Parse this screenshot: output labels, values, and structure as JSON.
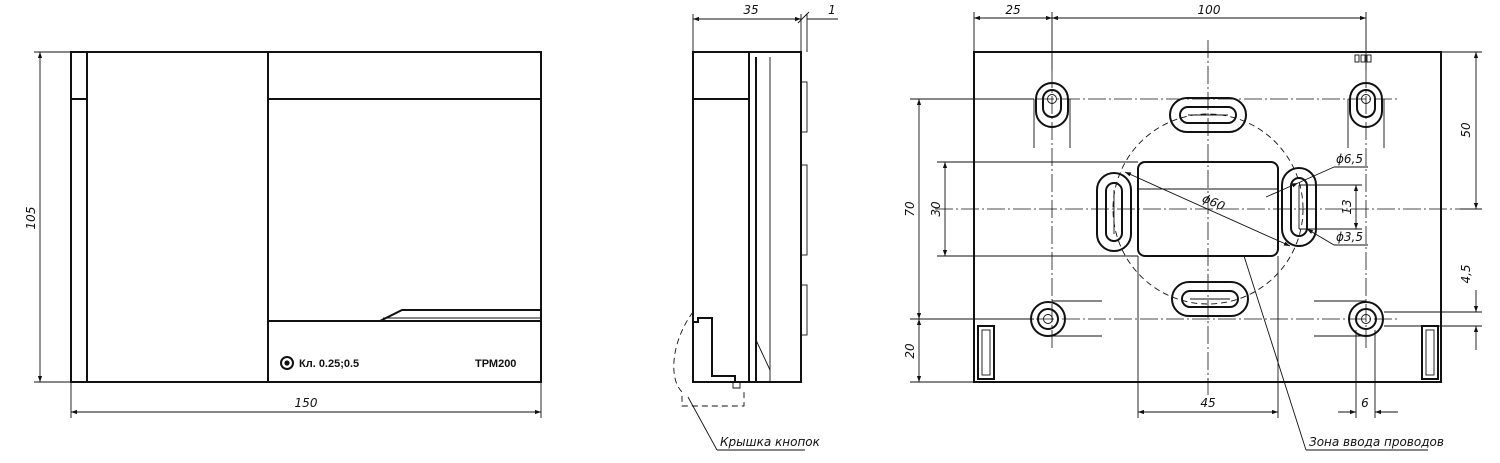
{
  "front_view": {
    "width_dim": "150",
    "height_dim": "105",
    "class_label": "Кл. 0.25;0.5",
    "model": "ТРМ200"
  },
  "side_view": {
    "depth_dim": "35",
    "offset_dim": "1",
    "callout": "Крышка кнопок"
  },
  "back_view": {
    "dim_left_offset": "25",
    "dim_hole_spacing": "100",
    "dim_right_50": "50",
    "dim_70": "70",
    "dim_30": "30",
    "dim_20": "20",
    "dim_45": "45",
    "dim_6": "6",
    "dim_4_5": "4,5",
    "dim_13": "13",
    "dim_phi60": "ϕ60",
    "dim_phi6_5": "ϕ6,5",
    "dim_phi3_5": "ϕ3,5",
    "callout": "Зона ввода проводов"
  }
}
